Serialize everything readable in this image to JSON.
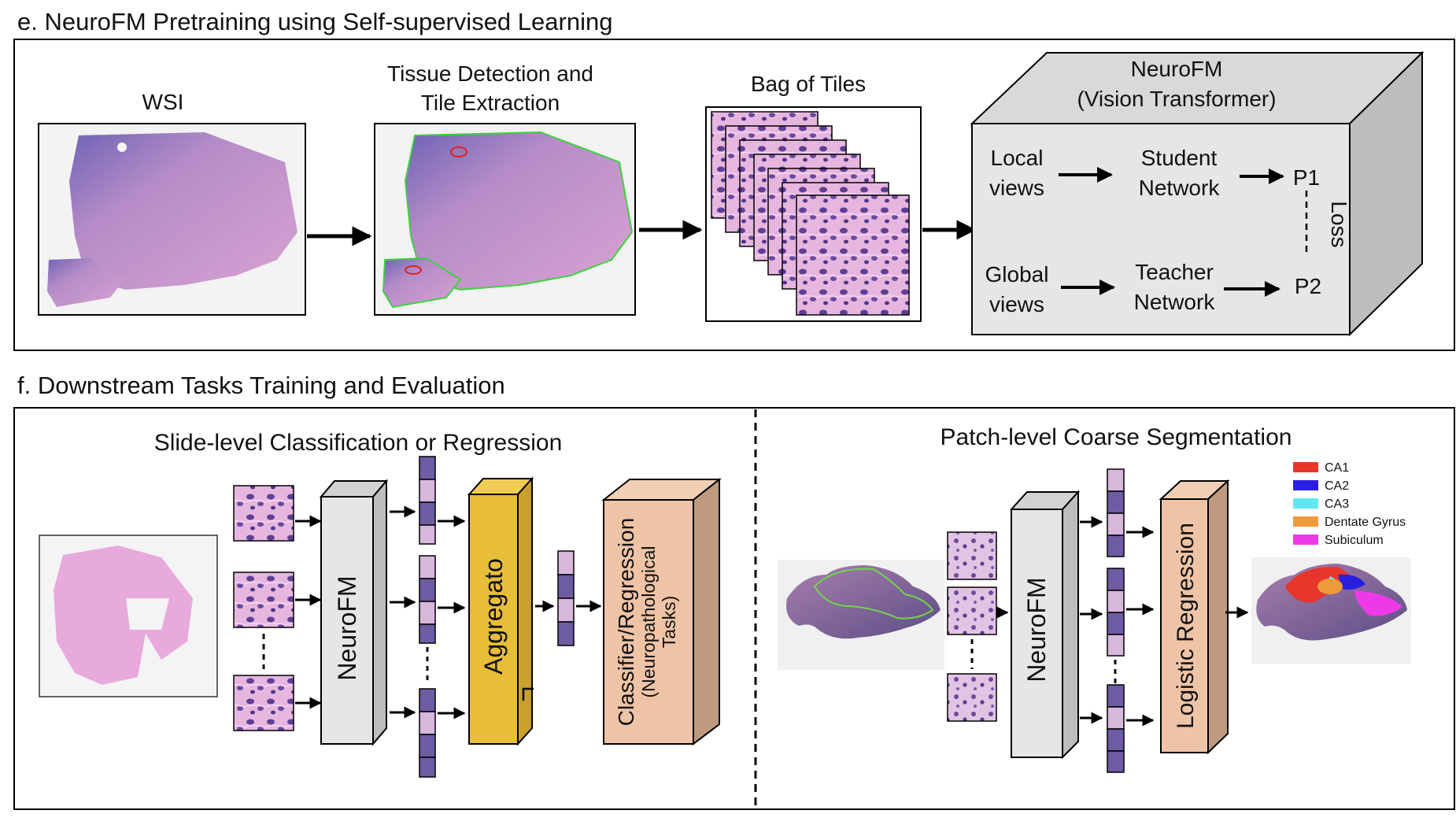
{
  "panel_e": {
    "title": "e. NeuroFM Pretraining using Self-supervised Learning",
    "wsi_label": "WSI",
    "tissue_label_line1": "Tissue Detection and",
    "tissue_label_line2": "Tile Extraction",
    "bag_label": "Bag of Tiles",
    "model_title_line1": "NeuroFM",
    "model_title_line2": "(Vision Transformer)",
    "local_line1": "Local",
    "local_line2": "views",
    "global_line1": "Global",
    "global_line2": "views",
    "student_line1": "Student",
    "student_line2": "Network",
    "teacher_line1": "Teacher",
    "teacher_line2": "Network",
    "p1": "P1",
    "p2": "P2",
    "loss": "Loss"
  },
  "panel_f": {
    "title": "f. Downstream Tasks Training and Evaluation",
    "left_subtitle": "Slide-level Classification or Regression",
    "right_subtitle": "Patch-level Coarse Segmentation",
    "neurofm_label": "NeuroFM",
    "aggregator_label": "Aggregato",
    "classifier_line1": "Classifier/Regression",
    "classifier_line2": "(Neuropathological",
    "classifier_line3": "Tasks)",
    "logistic_label": "Logistic Regression",
    "legend": [
      {
        "label": "CA1",
        "color": "#e8352b"
      },
      {
        "label": "CA2",
        "color": "#2a1fe0"
      },
      {
        "label": "CA3",
        "color": "#5ee8ef"
      },
      {
        "label": "Dentate Gyrus",
        "color": "#ee9a3a"
      },
      {
        "label": "Subiculum",
        "color": "#ee3ae6"
      }
    ]
  },
  "colors": {
    "he_pink": "#d9a6d6",
    "he_purple": "#7a5aa8",
    "model_gray": "#e6e6e6",
    "aggregator_yellow": "#e8be38",
    "classifier_peach": "#efc4a6",
    "embedding_light": "#d7b7db",
    "embedding_dark": "#6e5ca3"
  }
}
